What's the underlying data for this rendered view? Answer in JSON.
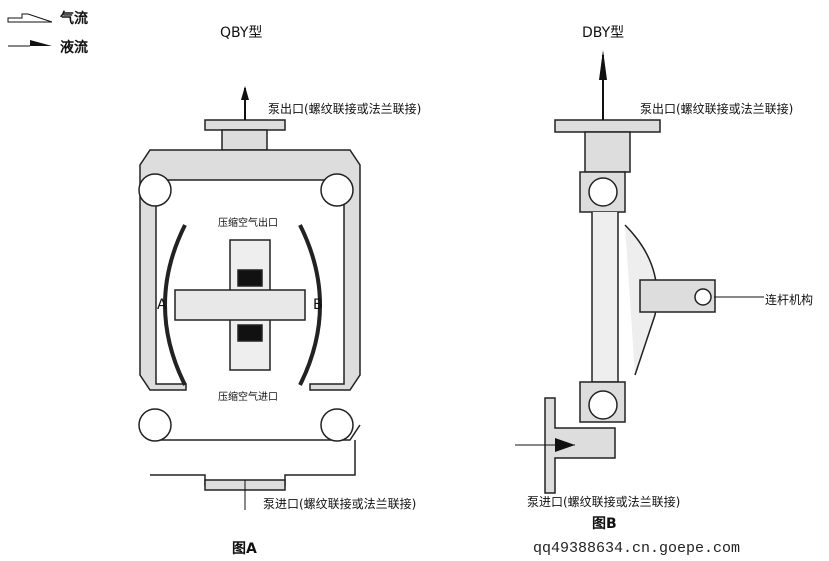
{
  "legend": {
    "air_flow": "气流",
    "liquid_flow": "液流"
  },
  "titles": {
    "qby": "QBY型",
    "dby": "DBY型"
  },
  "labels": {
    "qby_outlet": "泵出口(螺纹联接或法兰联接)",
    "qby_inlet": "泵进口(螺纹联接或法兰联接)",
    "air_outlet": "压缩空气出口",
    "air_inlet": "压缩空气进口",
    "chamber_a": "A",
    "chamber_b": "B",
    "dby_outlet": "泵出口(螺纹联接或法兰联接)",
    "dby_inlet": "泵进口(螺纹联接或法兰联接)",
    "linkage": "连杆机构"
  },
  "captions": {
    "fig_a": "图A",
    "fig_b": "图B"
  },
  "watermark": "qq49388634.cn.goepe.com"
}
